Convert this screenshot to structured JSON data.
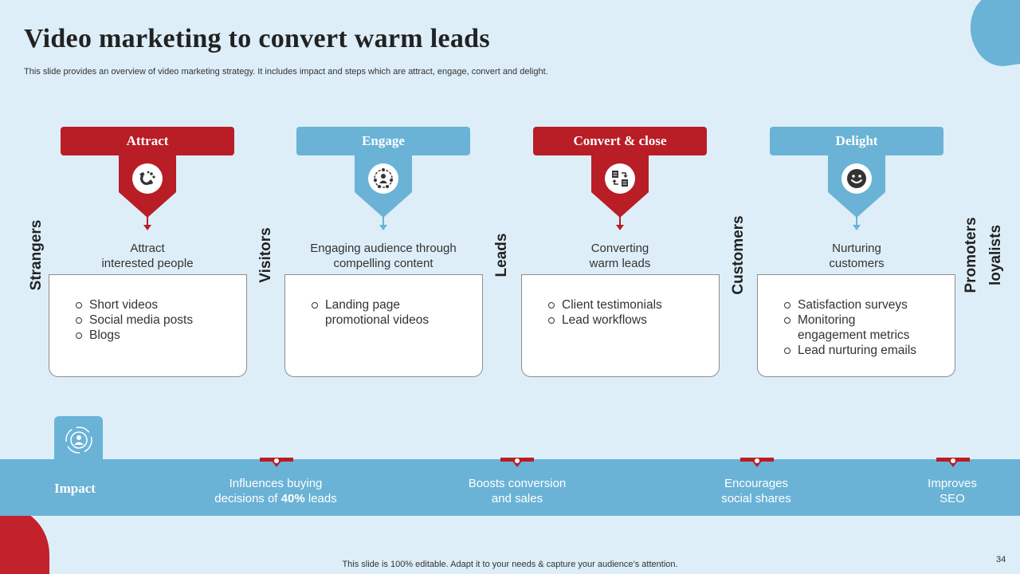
{
  "slide": {
    "title": "Video marketing to convert warm leads",
    "subtitle": "This slide provides an overview of video marketing strategy. It includes impact and steps which are attract, engage, convert and delight.",
    "footer": "This slide is 100% editable. Adapt it to your needs & capture your audience’s attention.",
    "page_number": "34"
  },
  "colors": {
    "red": "#b91d26",
    "blue": "#6ab3d6",
    "background": "#ddeef8"
  },
  "vertical_labels": [
    "Strangers",
    "Visitors",
    "Leads",
    "Customers",
    "Promoters",
    "loyalists"
  ],
  "stages": [
    {
      "label": "Attract",
      "color": "red",
      "icon": "magnet-icon",
      "desc1": "Attract",
      "desc2": "interested people",
      "bullets": [
        "Short videos",
        "Social media posts",
        "Blogs"
      ]
    },
    {
      "label": "Engage",
      "color": "blue",
      "icon": "audience-network-icon",
      "desc1": "Engaging audience through",
      "desc2": "compelling content",
      "bullets": [
        "Landing page",
        "promotional videos"
      ]
    },
    {
      "label": "Convert  & close",
      "color": "red",
      "icon": "conversion-cycle-icon",
      "desc1": "Converting",
      "desc2": "warm leads",
      "bullets": [
        "Client testimonials",
        "Lead workflows"
      ]
    },
    {
      "label": "Delight",
      "color": "blue",
      "icon": "smiley-icon",
      "desc1": "Nurturing",
      "desc2": "customers",
      "bullets": [
        "Satisfaction surveys",
        "Monitoring",
        "engagement metrics",
        "Lead nurturing  emails"
      ]
    }
  ],
  "impact": {
    "label": "Impact",
    "icon": "target-person-icon",
    "items": [
      {
        "line1": "Influences  buying",
        "line2_pre": "decisions of ",
        "line2_bold": "40%",
        "line2_post": " leads"
      },
      {
        "line1": "Boosts conversion",
        "line2": "and sales"
      },
      {
        "line1": "Encourages",
        "line2": "social shares"
      },
      {
        "line1": "Improves",
        "line2": "SEO"
      }
    ]
  }
}
